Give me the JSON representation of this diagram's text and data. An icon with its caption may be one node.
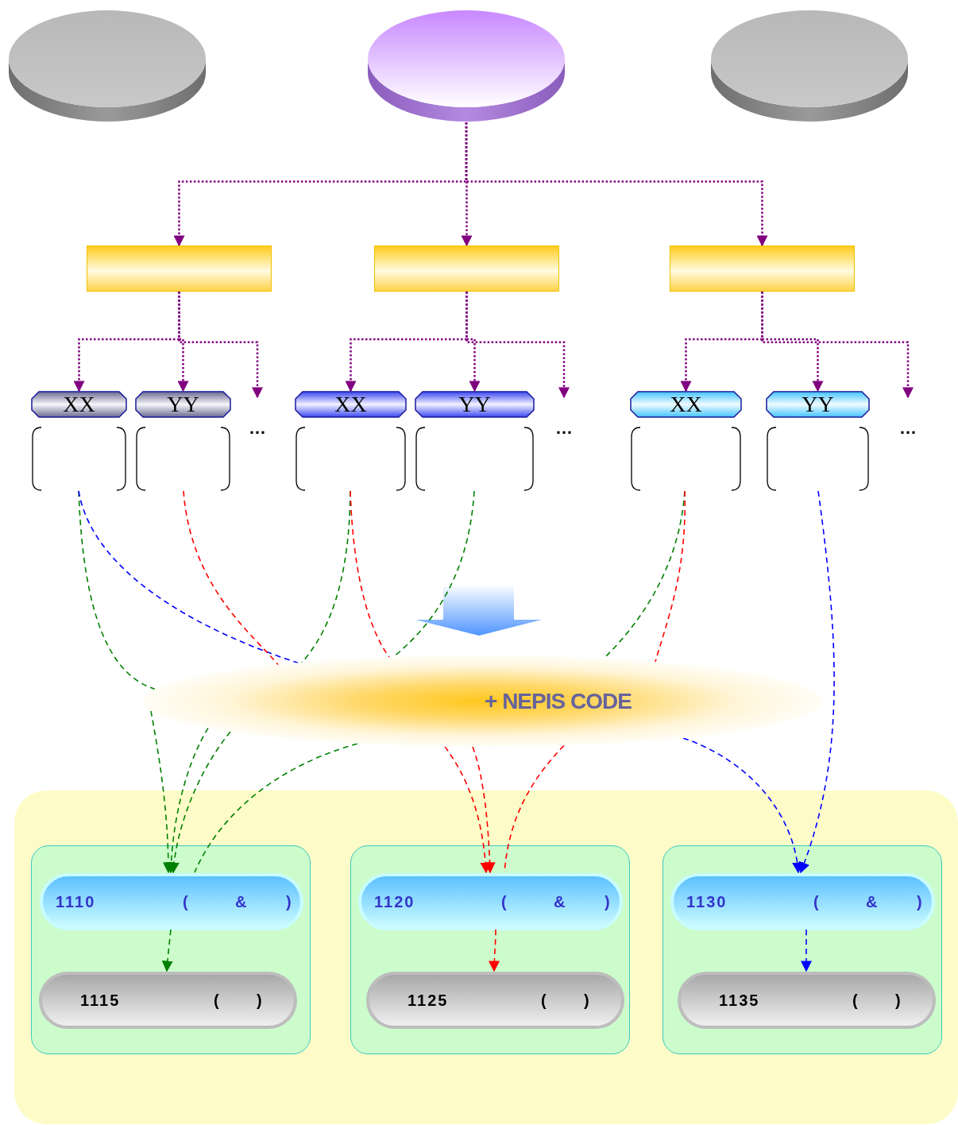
{
  "diagram": {
    "nodes": [
      {
        "text": [],
        "shape": "cylinder"
      },
      {
        "text": [],
        "shape": "cylinder"
      },
      {
        "text": [],
        "shape": "cylinder"
      },
      {
        "text": [],
        "shape": "bar"
      },
      {
        "text": [],
        "shape": "bar"
      },
      {
        "text": [],
        "shape": "bar"
      },
      {
        "text": [
          "XX"
        ]
      },
      {
        "text": [
          "YY"
        ]
      },
      {
        "text": [
          "XX"
        ]
      },
      {
        "text": [
          "YY"
        ]
      },
      {
        "text": [
          "XX"
        ]
      },
      {
        "text": [
          "YY"
        ]
      },
      {
        "text": [],
        "shape": "bracket"
      },
      {
        "text": [],
        "shape": "bracket"
      },
      {
        "text": [],
        "shape": "bracket"
      },
      {
        "text": [],
        "shape": "bracket"
      },
      {
        "text": [],
        "shape": "bracket"
      },
      {
        "text": [],
        "shape": "bracket"
      },
      {
        "text": [
          "…"
        ]
      },
      {
        "text": [
          "…"
        ]
      },
      {
        "text": [
          "…"
        ]
      },
      {
        "text": [
          "+ NEPIS CODE"
        ]
      },
      {
        "text": [],
        "shape": "box"
      },
      {
        "text": [],
        "shape": "box",
        "in": 22
      },
      {
        "text": [],
        "shape": "box",
        "in": 22
      },
      {
        "text": [],
        "shape": "box",
        "in": 22
      },
      {
        "text": [
          "1110",
          "(",
          "&",
          ")"
        ],
        "in": 23
      },
      {
        "text": [
          "1115",
          "(",
          ")"
        ],
        "in": 23
      },
      {
        "text": [
          "1120",
          "(",
          "&",
          ")"
        ],
        "in": 24
      },
      {
        "text": [
          "1125",
          "(",
          ")"
        ],
        "in": 24
      },
      {
        "text": [
          "1130",
          "(",
          "&",
          ")"
        ],
        "in": 25
      },
      {
        "text": [
          "1135",
          "(",
          ")"
        ],
        "in": 25
      }
    ],
    "edges": [
      {
        "from": 1,
        "to": 3,
        "arrow": "to",
        "style": "dashed"
      },
      {
        "from": 1,
        "to": 4,
        "arrow": "to",
        "style": "dashed"
      },
      {
        "from": 1,
        "to": 5,
        "arrow": "to",
        "style": "dashed"
      },
      {
        "from": 3,
        "to": 6,
        "arrow": "to",
        "style": "dashed"
      },
      {
        "from": 3,
        "to": 7,
        "arrow": "to",
        "style": "dashed"
      },
      {
        "from": 3,
        "to": 18,
        "arrow": "to",
        "style": "dashed"
      },
      {
        "from": 4,
        "to": 8,
        "arrow": "to",
        "style": "dashed"
      },
      {
        "from": 4,
        "to": 9,
        "arrow": "to",
        "style": "dashed"
      },
      {
        "from": 4,
        "to": 19,
        "arrow": "to",
        "style": "dashed"
      },
      {
        "from": 5,
        "to": 10,
        "arrow": "to",
        "style": "dashed"
      },
      {
        "from": 5,
        "to": 11,
        "arrow": "to",
        "style": "dashed"
      },
      {
        "from": 5,
        "to": 20,
        "arrow": "to",
        "style": "dashed"
      },
      {
        "from": 12,
        "to": 21,
        "arrow": "none",
        "style": "dashed",
        "color": "#008000"
      },
      {
        "from": 12,
        "to": 21,
        "arrow": "none",
        "style": "dashed",
        "color": "#0000ff"
      },
      {
        "from": 13,
        "to": 21,
        "arrow": "none",
        "style": "dashed",
        "color": "#ff0000"
      },
      {
        "from": 14,
        "to": 21,
        "arrow": "none",
        "style": "dashed",
        "color": "#008000"
      },
      {
        "from": 14,
        "to": 21,
        "arrow": "none",
        "style": "dashed",
        "color": "#ff0000"
      },
      {
        "from": 15,
        "to": 21,
        "arrow": "none",
        "style": "dashed",
        "color": "#008000"
      },
      {
        "from": 16,
        "to": 21,
        "arrow": "none",
        "style": "dashed",
        "color": "#008000"
      },
      {
        "from": 16,
        "to": 21,
        "arrow": "none",
        "style": "dashed",
        "color": "#ff0000"
      },
      {
        "from": 17,
        "to": 30,
        "arrow": "to",
        "style": "dashed",
        "color": "#0000ff"
      },
      {
        "from": 21,
        "to": 26,
        "arrow": "to",
        "style": "dashed",
        "color": "#008000"
      },
      {
        "from": 21,
        "to": 26,
        "arrow": "to",
        "style": "dashed",
        "color": "#008000"
      },
      {
        "from": 21,
        "to": 26,
        "arrow": "to",
        "style": "dashed",
        "color": "#008000"
      },
      {
        "from": 21,
        "to": 26,
        "arrow": "none",
        "style": "dashed",
        "color": "#008000"
      },
      {
        "from": 21,
        "to": 28,
        "arrow": "to",
        "style": "dashed",
        "color": "#ff0000"
      },
      {
        "from": 21,
        "to": 28,
        "arrow": "to",
        "style": "dashed",
        "color": "#ff0000"
      },
      {
        "from": 21,
        "to": 28,
        "arrow": "none",
        "style": "dashed",
        "color": "#ff0000"
      },
      {
        "from": 21,
        "to": 30,
        "arrow": "to",
        "style": "dashed",
        "color": "#0000ff"
      },
      {
        "from": 26,
        "to": 27,
        "arrow": "to",
        "style": "dashed",
        "color": "#008000"
      },
      {
        "from": 28,
        "to": 29,
        "arrow": "to",
        "style": "dashed",
        "color": "#ff0000"
      },
      {
        "from": 30,
        "to": 31,
        "arrow": "to",
        "style": "dashed",
        "color": "#0000ff"
      }
    ]
  }
}
